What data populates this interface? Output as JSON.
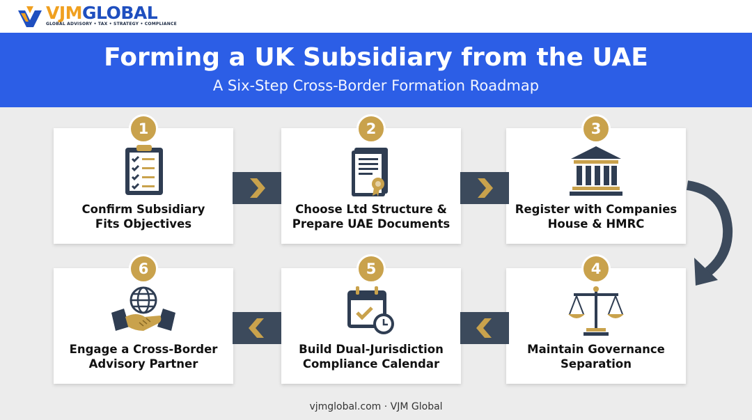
{
  "brand": {
    "name_part1": "VJM",
    "name_part2": "GLOBAL",
    "tagline": "GLOBAL ADVISORY • TAX • STRATEGY • COMPLIANCE"
  },
  "header": {
    "title": "Forming a UK Subsidiary from the UAE",
    "subtitle": "A Six-Step Cross-Border Formation Roadmap"
  },
  "steps": [
    {
      "number": "1",
      "label_line1": "Confirm Subsidiary",
      "label_line2": "Fits Objectives",
      "icon": "checklist-clipboard-icon"
    },
    {
      "number": "2",
      "label_line1": "Choose Ltd Structure &",
      "label_line2": "Prepare UAE Documents",
      "icon": "certificate-document-icon"
    },
    {
      "number": "3",
      "label_line1": "Register with Companies",
      "label_line2": "House & HMRC",
      "icon": "government-building-icon"
    },
    {
      "number": "4",
      "label_line1": "Maintain Governance",
      "label_line2": "Separation",
      "icon": "balance-scale-icon"
    },
    {
      "number": "5",
      "label_line1": "Build Dual-Jurisdiction",
      "label_line2": "Compliance Calendar",
      "icon": "calendar-clock-icon"
    },
    {
      "number": "6",
      "label_line1": "Engage a Cross-Border",
      "label_line2": "Advisory Partner",
      "icon": "globe-handshake-icon"
    }
  ],
  "colors": {
    "header_blue": "#2c5ee6",
    "badge_gold": "#c9a24c",
    "icon_navy": "#2f3d52",
    "connector_slate": "#3c4a5c"
  },
  "footer": {
    "text": "vjmglobal.com · VJM Global"
  }
}
